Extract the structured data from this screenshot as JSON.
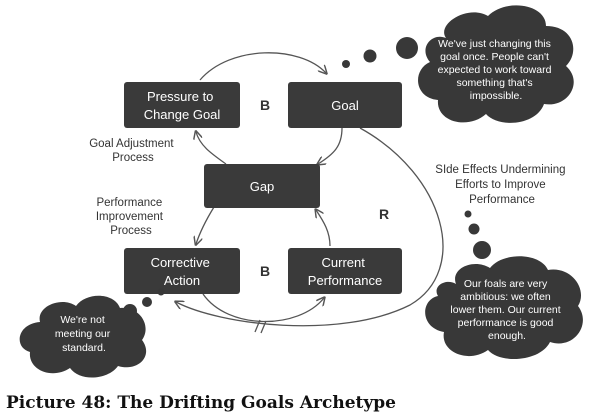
{
  "boxes": {
    "pressure": [
      "Pressure to",
      "Change Goal"
    ],
    "goal": [
      "Goal"
    ],
    "gap": [
      "Gap"
    ],
    "corrective": [
      "Corrective",
      "Action"
    ],
    "current": [
      "Current",
      "Performance"
    ]
  },
  "loop_labels": {
    "top": "B",
    "bottom": "B",
    "right": "R"
  },
  "labels": {
    "goal_adjustment": [
      "Goal Adjustment",
      "Process"
    ],
    "performance_improvement": [
      "Performance",
      "Improvement",
      "Process"
    ],
    "side_effects": [
      "SIde Effects Undermining",
      "Efforts to Improve",
      "Performance"
    ]
  },
  "clouds": {
    "top_right": [
      "We've just changing this",
      "goal once. People can't",
      "expected to work toward",
      "something that's",
      "impossible."
    ],
    "bottom_right": [
      "Our foals are very",
      "ambitious: we often",
      "lower them. Our current",
      "performance is good",
      "enough."
    ],
    "bottom_left": [
      "We're not",
      "meeting our",
      "standard."
    ]
  },
  "caption": "Picture 48: The Drifting Goals Archetype",
  "colors": {
    "box": "#3a3a3a",
    "cloud": "#383838",
    "arrow": "#555555"
  }
}
